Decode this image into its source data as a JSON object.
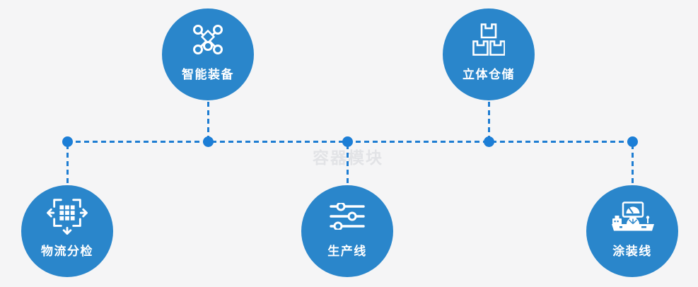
{
  "page": {
    "watermark": "容器模块",
    "background": "#f5f5f6"
  },
  "colors": {
    "node_blue": "#2a86cb",
    "connector_blue": "#1e7dd2",
    "dot_blue": "#1c7ed6",
    "watermark_gray": "#e2e3e6",
    "label_white": "#ffffff"
  },
  "diagram": {
    "type": "process-module-map",
    "connector_style": "dashed",
    "junction_count": 5
  },
  "nodes": [
    {
      "id": "smart-equipment",
      "label": "智能装备",
      "icon": "molecule-network-icon",
      "row": "top"
    },
    {
      "id": "stereo-warehouse",
      "label": "立体仓储",
      "icon": "stacked-boxes-icon",
      "row": "top"
    },
    {
      "id": "logistics-sorting",
      "label": "物流分检",
      "icon": "sorting-arrows-icon",
      "row": "bottom"
    },
    {
      "id": "production-line",
      "label": "生产线",
      "icon": "sliders-icon",
      "row": "bottom"
    },
    {
      "id": "coating-line",
      "label": "涂装线",
      "icon": "machine-monitor-icon",
      "row": "bottom"
    }
  ]
}
